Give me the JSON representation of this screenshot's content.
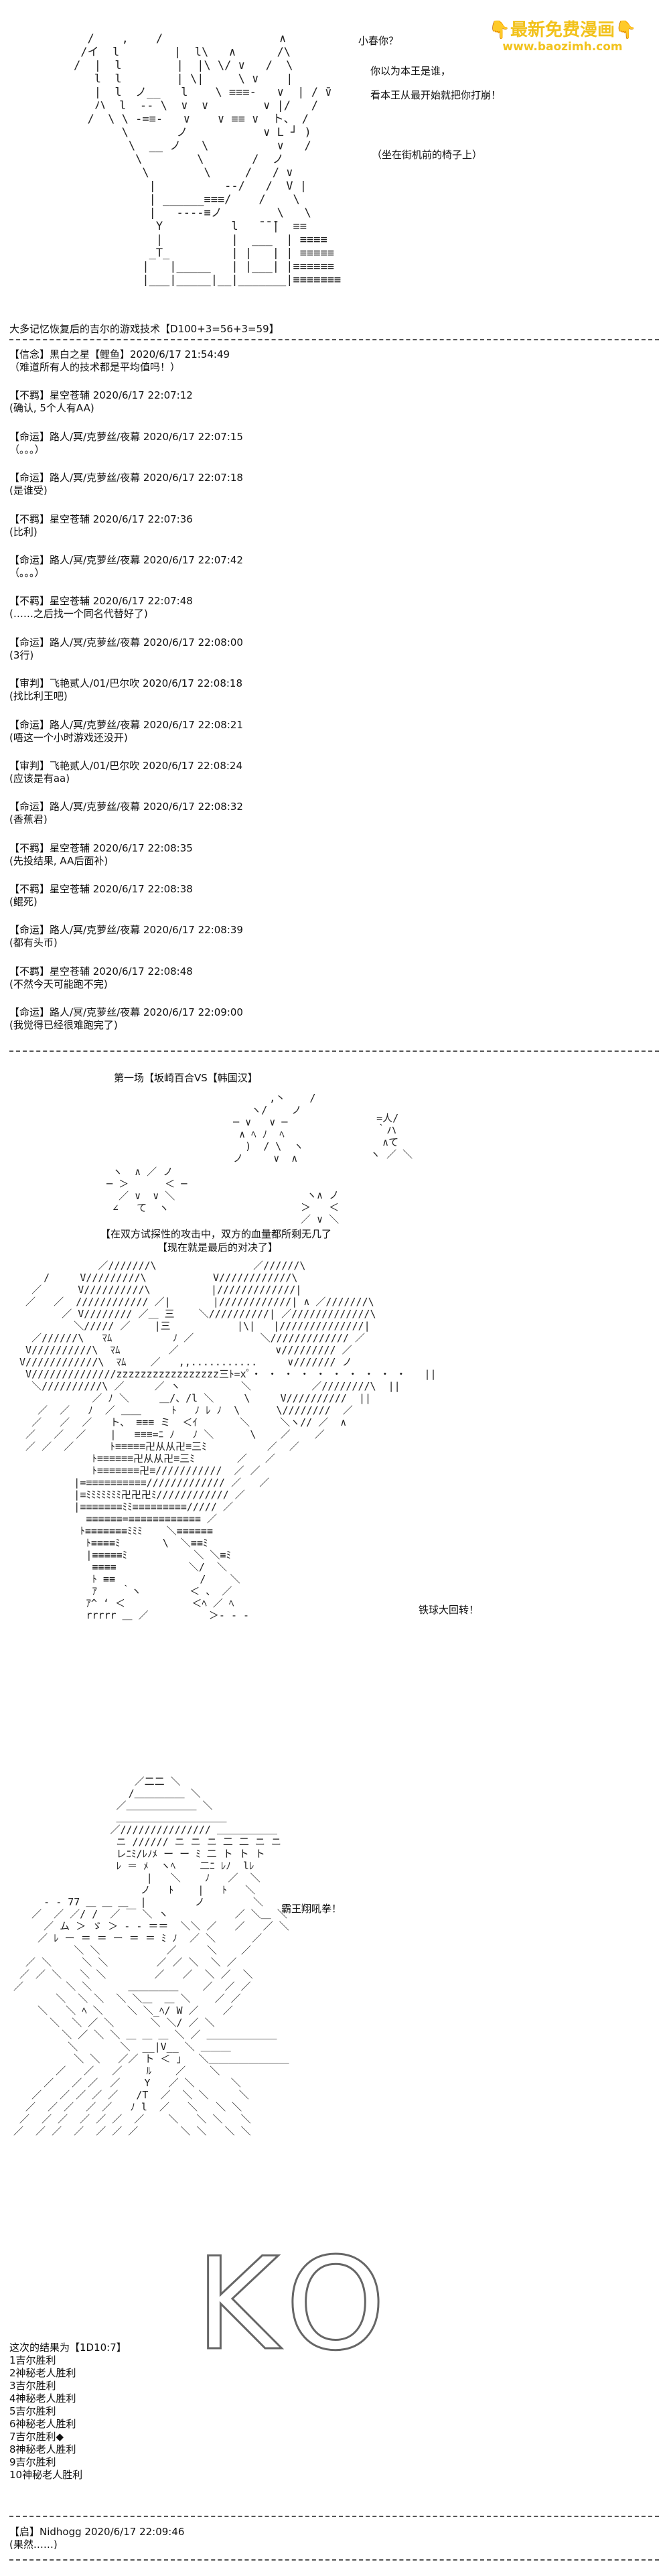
{
  "watermark": {
    "title": "👇最新免费漫画👇",
    "url": "www.baozimh.com"
  },
  "top_dialog": [
    "小春你？",
    "你以为本王是谁，",
    "看本王从最开始就把你打崩！",
    "（坐在街机前的椅子上）"
  ],
  "dice_line": "大多记忆恢复后的吉尔的游戏技术【D100+3=56+3=59】",
  "chat_log": [
    {
      "head": "【信念】黑白之星【鲤鱼】2020/6/17 21:54:49",
      "msg": "（难道所有人的技术都是平均值吗！）"
    },
    {
      "head": "【不羁】星空苍辅 2020/6/17 22:07:12",
      "msg": "(确认, 5个人有AA)"
    },
    {
      "head": "【命运】路人/冥/克萝丝/夜幕 2020/6/17 22:07:15",
      "msg": "（。。。）"
    },
    {
      "head": "【命运】路人/冥/克萝丝/夜幕 2020/6/17 22:07:18",
      "msg": "(是谁受)"
    },
    {
      "head": "【不羁】星空苍辅 2020/6/17 22:07:36",
      "msg": "(比利)"
    },
    {
      "head": "【命运】路人/冥/克萝丝/夜幕 2020/6/17 22:07:42",
      "msg": "（。。。）"
    },
    {
      "head": "【不羁】星空苍辅 2020/6/17 22:07:48",
      "msg": "(……之后找一个同名代替好了)"
    },
    {
      "head": "【命运】路人/冥/克萝丝/夜幕 2020/6/17 22:08:00",
      "msg": "(3行)"
    },
    {
      "head": "【审判】飞艳贰人/01/巴尔吹 2020/6/17 22:08:18",
      "msg": "(找比利王吧)"
    },
    {
      "head": "【命运】路人/冥/克萝丝/夜幕 2020/6/17 22:08:21",
      "msg": "(唔这一个小时游戏还没开)"
    },
    {
      "head": "【审判】飞艳贰人/01/巴尔吹 2020/6/17 22:08:24",
      "msg": "(应该是有aa)"
    },
    {
      "head": "【命运】路人/冥/克萝丝/夜幕 2020/6/17 22:08:32",
      "msg": "(香蕉君)"
    },
    {
      "head": "【不羁】星空苍辅 2020/6/17 22:08:35",
      "msg": "(先投结果, AA后面补)"
    },
    {
      "head": "【不羁】星空苍辅 2020/6/17 22:08:38",
      "msg": "(鲲死)"
    },
    {
      "head": "【命运】路人/冥/克萝丝/夜幕 2020/6/17 22:08:39",
      "msg": "(都有头币)"
    },
    {
      "head": "【不羁】星空苍辅 2020/6/17 22:08:48",
      "msg": "(不然今天可能跑不完)"
    },
    {
      "head": "【命运】路人/冥/克萝丝/夜幕 2020/6/17 22:09:00",
      "msg": "(我觉得已经很难跑完了)"
    }
  ],
  "battle": {
    "round_title": "第一场【坂崎百合VS【韩国汉】",
    "narration_1": "【在双方试探性的攻击中，双方的血量都所剩无几了",
    "narration_2": "【现在就是最后的对决了】",
    "move_1": "铁球大回转！",
    "move_2": "霸王翔吼拳！",
    "ko": "KO"
  },
  "results": {
    "title": "这次的结果为【1D10:7】",
    "items": [
      "1吉尔胜利",
      "2神秘老人胜利",
      "3吉尔胜利",
      "4神秘老人胜利",
      "5吉尔胜利",
      "6神秘老人胜利",
      "7吉尔胜利◆",
      "8神秘老人胜利",
      "9吉尔胜利",
      "10神秘老人胜利"
    ]
  },
  "footer_entry": {
    "head": "【启】Nidhogg 2020/6/17 22:09:46",
    "msg": "(果然……)"
  }
}
